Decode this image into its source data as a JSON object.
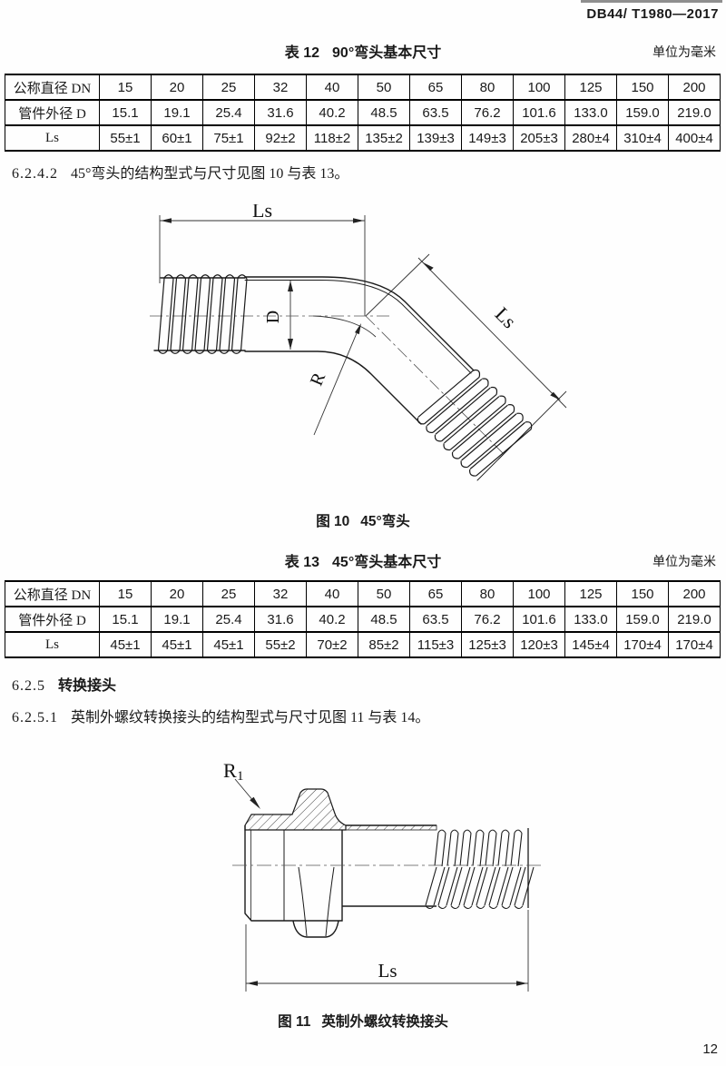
{
  "page": {
    "doc_code": "DB44/ T1980—2017",
    "page_number": "12"
  },
  "table12": {
    "label": "表 12",
    "title": "90°弯头基本尺寸",
    "unit": "单位为毫米",
    "rows": [
      [
        "公称直径 DN",
        "15",
        "20",
        "25",
        "32",
        "40",
        "50",
        "65",
        "80",
        "100",
        "125",
        "150",
        "200"
      ],
      [
        "管件外径 D",
        "15.1",
        "19.1",
        "25.4",
        "31.6",
        "40.2",
        "48.5",
        "63.5",
        "76.2",
        "101.6",
        "133.0",
        "159.0",
        "219.0"
      ],
      [
        "Ls",
        "55±1",
        "60±1",
        "75±1",
        "92±2",
        "118±2",
        "135±2",
        "139±3",
        "149±3",
        "205±3",
        "280±4",
        "310±4",
        "400±4"
      ]
    ]
  },
  "section_6_2_4_2": {
    "number": "6.2.4.2",
    "text": "45°弯头的结构型式与尺寸见图 10 与表 13。"
  },
  "figure10": {
    "label": "图 10",
    "caption": "45°弯头",
    "dim_ls_top": "Ls",
    "dim_d": "D",
    "dim_r": "R",
    "dim_ls_diag": "Ls"
  },
  "table13": {
    "label": "表 13",
    "title": "45°弯头基本尺寸",
    "unit": "单位为毫米",
    "rows": [
      [
        "公称直径 DN",
        "15",
        "20",
        "25",
        "32",
        "40",
        "50",
        "65",
        "80",
        "100",
        "125",
        "150",
        "200"
      ],
      [
        "管件外径 D",
        "15.1",
        "19.1",
        "25.4",
        "31.6",
        "40.2",
        "48.5",
        "63.5",
        "76.2",
        "101.6",
        "133.0",
        "159.0",
        "219.0"
      ],
      [
        "Ls",
        "45±1",
        "45±1",
        "45±1",
        "55±2",
        "70±2",
        "85±2",
        "115±3",
        "125±3",
        "120±3",
        "145±4",
        "170±4",
        "170±4"
      ]
    ]
  },
  "section_6_2_5": {
    "number": "6.2.5",
    "title": "转换接头"
  },
  "section_6_2_5_1": {
    "number": "6.2.5.1",
    "text": "英制外螺纹转换接头的结构型式与尺寸见图 11 与表 14。"
  },
  "figure11": {
    "label": "图 11",
    "caption": "英制外螺纹转换接头",
    "dim_r1": "R",
    "dim_r1_sub": "1",
    "dim_ls": "Ls"
  }
}
